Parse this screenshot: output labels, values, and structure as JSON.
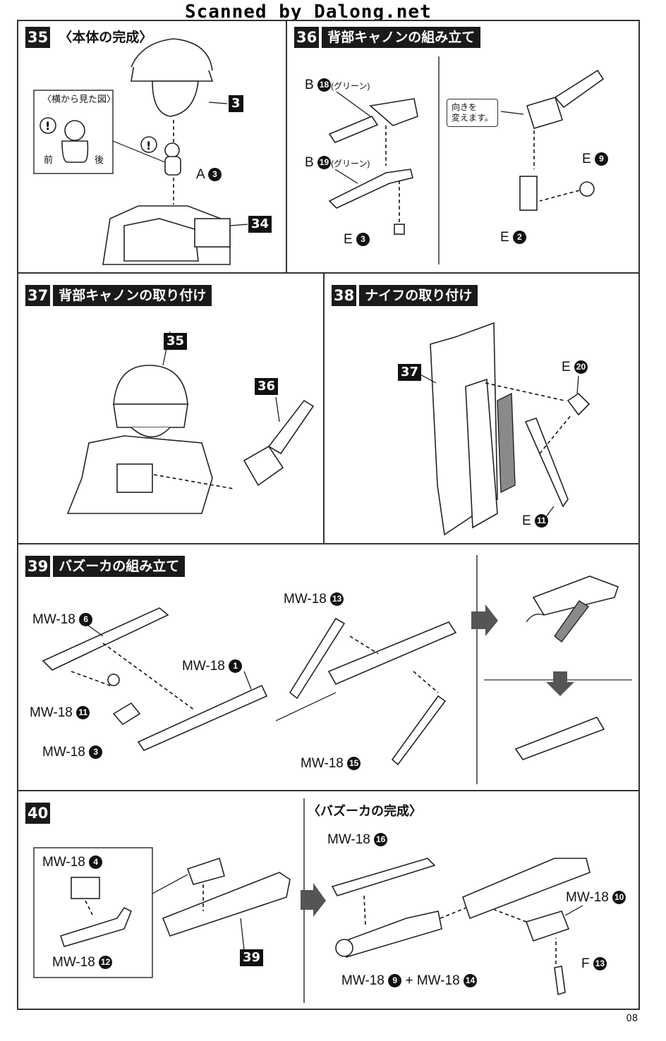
{
  "watermark": "Scanned by Dalong.net",
  "page_number": "08",
  "steps": {
    "s35": {
      "num": "35",
      "title": "〈本体の完成〉",
      "side_view": "〈横から見た図〉",
      "front": "前",
      "back": "後",
      "label_a": "A",
      "ref_a": "3",
      "ref_head": "3",
      "ref_body": "34",
      "warn": "!"
    },
    "s36": {
      "num": "36",
      "title": "背部キャノンの組み立て",
      "b18": "B",
      "b18n": "18",
      "b18c": "(グリーン)",
      "b19": "B",
      "b19n": "19",
      "b19c": "(グリーン)",
      "e3": "E",
      "e3n": "3",
      "e9": "E",
      "e9n": "9",
      "e2": "E",
      "e2n": "2",
      "note": "向きを\n変えます。"
    },
    "s37": {
      "num": "37",
      "title": "背部キャノンの取り付け",
      "ref35": "35",
      "ref36": "36"
    },
    "s38": {
      "num": "38",
      "title": "ナイフの取り付け",
      "ref37": "37",
      "e20": "E",
      "e20n": "20",
      "e11": "E",
      "e11n": "11"
    },
    "s39": {
      "num": "39",
      "title": "バズーカの組み立て",
      "p6": "MW-18",
      "p6n": "6",
      "p1": "MW-18",
      "p1n": "1",
      "p11": "MW-18",
      "p11n": "11",
      "p3": "MW-18",
      "p3n": "3",
      "p13": "MW-18",
      "p13n": "13",
      "p15": "MW-18",
      "p15n": "15"
    },
    "s40": {
      "num": "40",
      "title": "〈バズーカの完成〉",
      "p4": "MW-18",
      "p4n": "4",
      "p12": "MW-18",
      "p12n": "12",
      "ref39": "39",
      "p16": "MW-18",
      "p16n": "16",
      "p10": "MW-18",
      "p10n": "10",
      "f13": "F",
      "f13n": "13",
      "p9": "MW-18",
      "p9n": "9",
      "plus": "+",
      "p14": "MW-18",
      "p14n": "14"
    }
  }
}
